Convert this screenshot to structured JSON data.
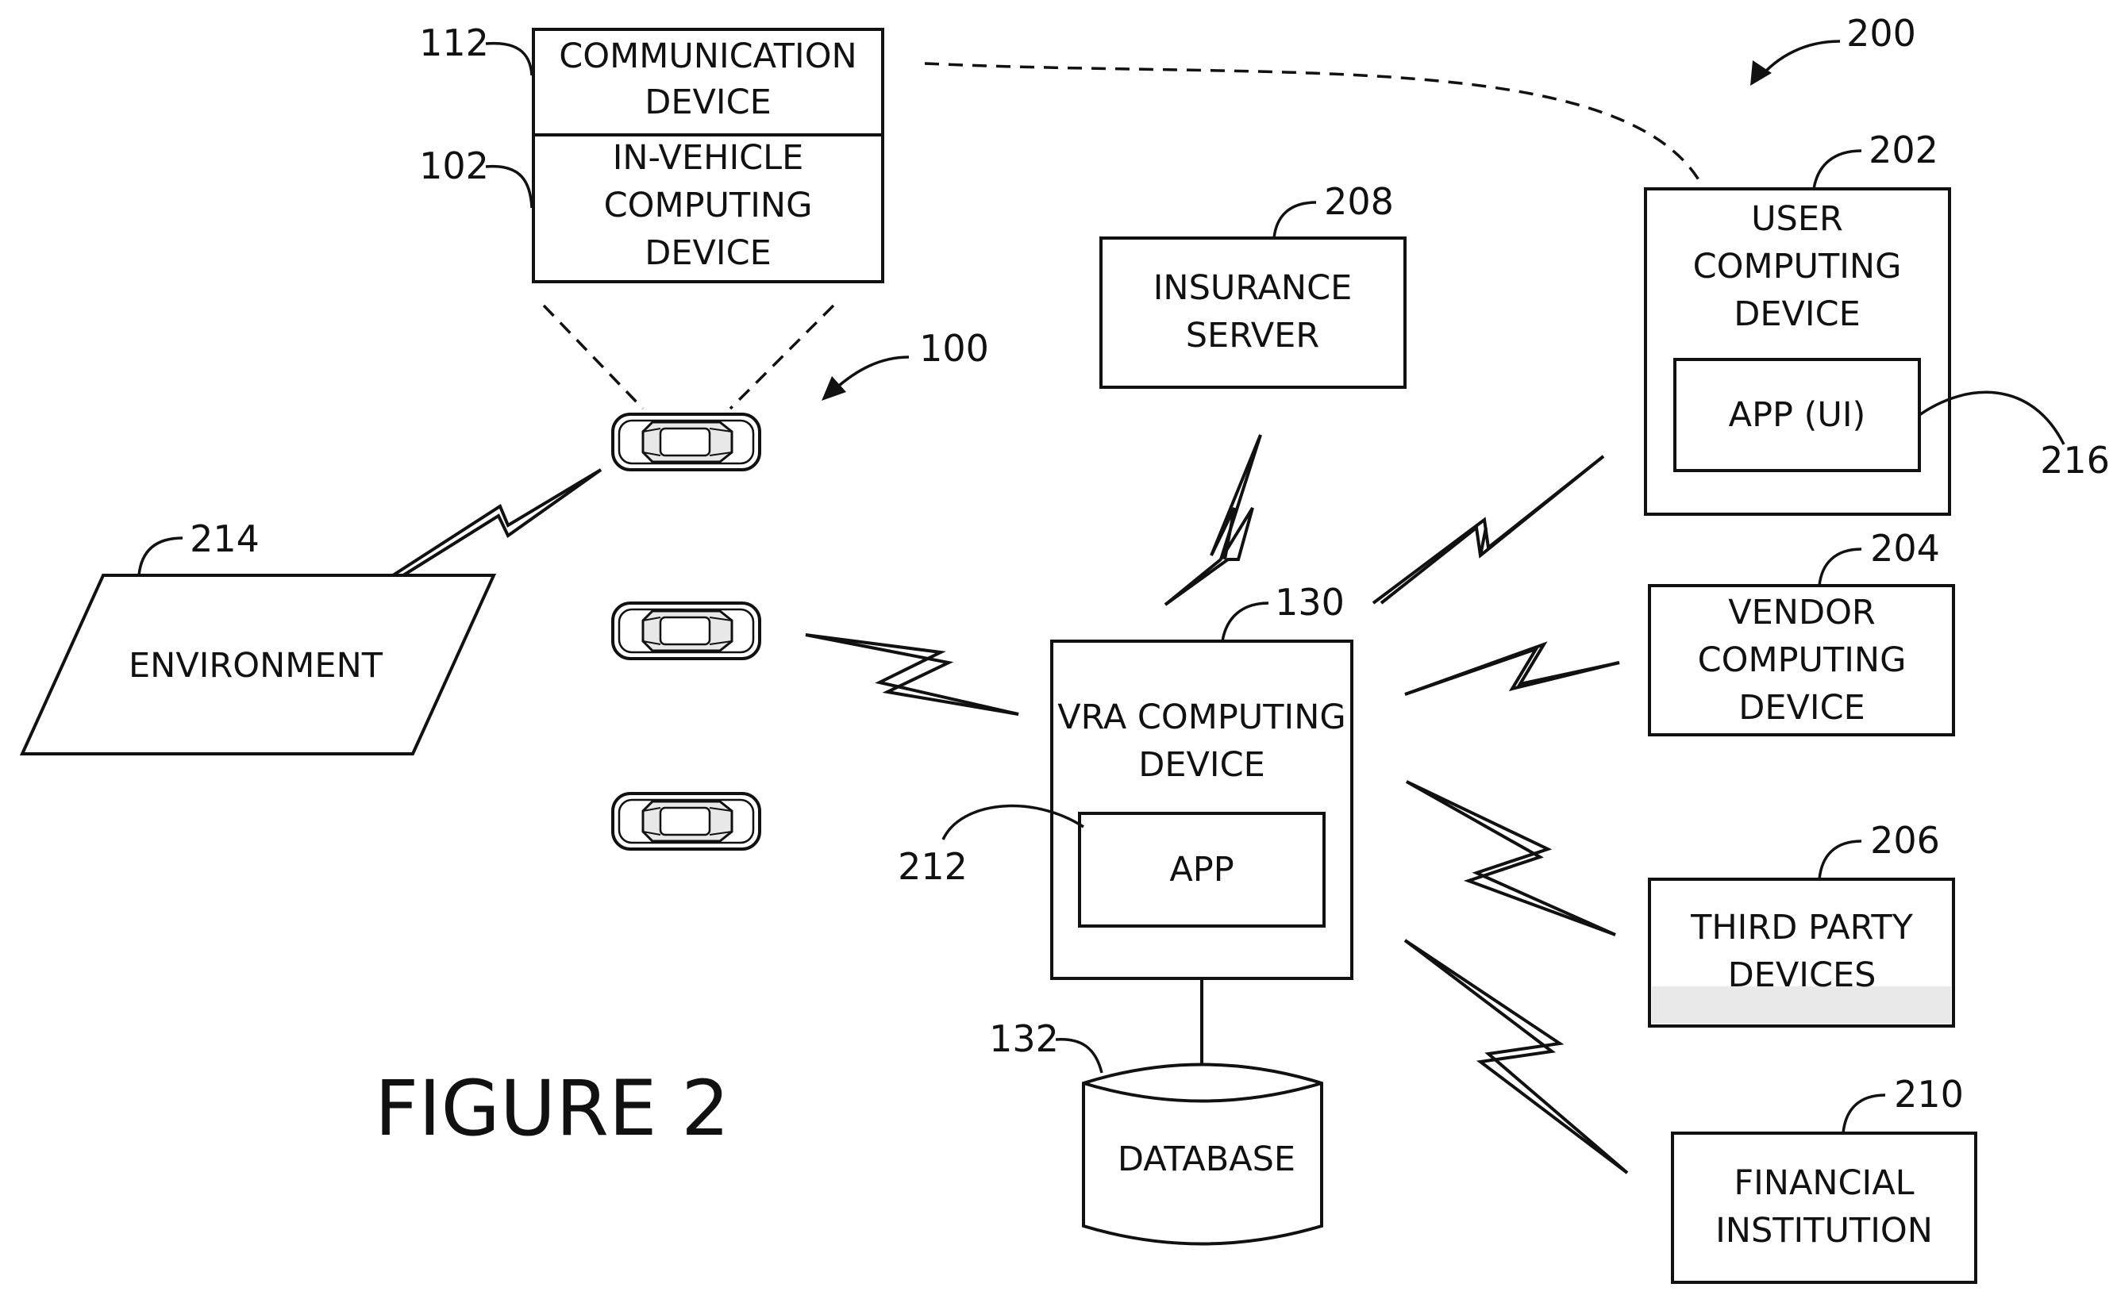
{
  "figure": {
    "title": "FIGURE 2"
  },
  "refs": {
    "r100": "100",
    "r102": "102",
    "r112": "112",
    "r130": "130",
    "r132": "132",
    "r200": "200",
    "r202": "202",
    "r204": "204",
    "r206": "206",
    "r208": "208",
    "r210": "210",
    "r212": "212",
    "r214": "214",
    "r216": "216"
  },
  "nodes": {
    "communication_device": [
      "COMMUNICATION",
      "DEVICE"
    ],
    "in_vehicle_computing_device": [
      "IN-VEHICLE",
      "COMPUTING",
      "DEVICE"
    ],
    "insurance_server": [
      "INSURANCE",
      "SERVER"
    ],
    "user_computing_device": [
      "USER",
      "COMPUTING",
      "DEVICE"
    ],
    "app_ui": [
      "APP (UI)"
    ],
    "environment": [
      "ENVIRONMENT"
    ],
    "vendor_computing_device": [
      "VENDOR",
      "COMPUTING",
      "DEVICE"
    ],
    "vra_computing_device": [
      "VRA COMPUTING",
      "DEVICE"
    ],
    "app": [
      "APP"
    ],
    "third_party_devices": [
      "THIRD PARTY",
      "DEVICES"
    ],
    "database": [
      "DATABASE"
    ],
    "financial_institution": [
      "FINANCIAL",
      "INSTITUTION"
    ]
  }
}
